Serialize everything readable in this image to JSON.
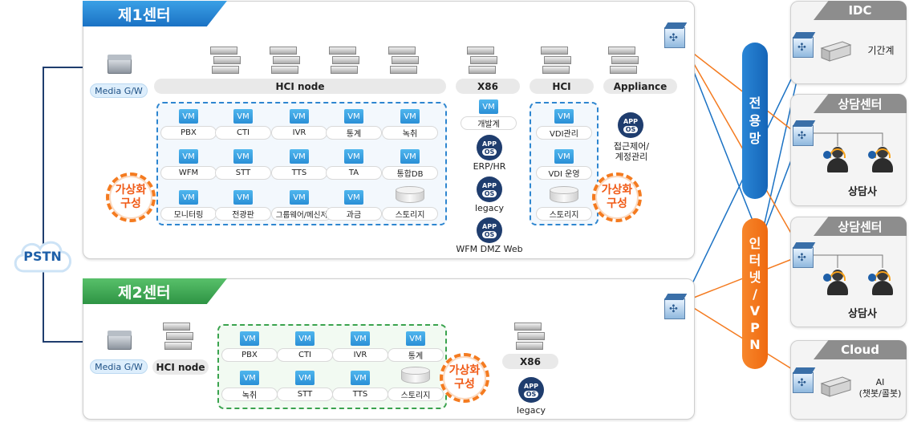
{
  "center1": {
    "title": "제1센터",
    "media_gw": "Media G/W",
    "groups": {
      "hci_node": "HCI node",
      "x86": "X86",
      "hci": "HCI",
      "appliance": "Appliance"
    },
    "vm_chip": "VM",
    "hci_node_vms": [
      "PBX",
      "CTI",
      "IVR",
      "통계",
      "녹취",
      "WFM",
      "STT",
      "TTS",
      "TA",
      "통합DB",
      "모니터링",
      "전광판",
      "그룹웨어/메신저",
      "과금"
    ],
    "storage": "스토리지",
    "x86_vm": "개발계",
    "x86_apps": [
      "ERP/HR",
      "legacy",
      "WFM DMZ Web"
    ],
    "hci_vms": [
      "VDI관리",
      "VDI 운영"
    ],
    "appliance_app": "접근제어/\n계정관리",
    "virtualization_badge": [
      "가상화",
      "구성"
    ]
  },
  "center2": {
    "title": "제2센터",
    "media_gw": "Media G/W",
    "hci_node": "HCI node",
    "x86": "X86",
    "vms": [
      "PBX",
      "CTI",
      "IVR",
      "통계",
      "녹취",
      "STT",
      "TTS"
    ],
    "storage": "스토리지",
    "x86_app": "legacy",
    "virtualization_badge": [
      "가상화",
      "구성"
    ]
  },
  "app_os": {
    "app": "APP",
    "os": "OS"
  },
  "pstn": "PSTN",
  "dedicated_line": [
    "전",
    "용",
    "망"
  ],
  "internet_vpn": [
    "인",
    "터",
    "넷",
    "/",
    "V",
    "P",
    "N"
  ],
  "right": {
    "idc": {
      "title": "IDC",
      "label": "기간계"
    },
    "consult1": {
      "title": "상담센터",
      "label": "상담사"
    },
    "consult2": {
      "title": "상담센터",
      "label": "상담사"
    },
    "cloud": {
      "title": "Cloud",
      "label": "AI\n(챗봇/콜봇)"
    }
  },
  "colors": {
    "blue": "#1b72c4",
    "green": "#2e9444",
    "orange": "#f47b20",
    "navy": "#1f3d6e"
  }
}
